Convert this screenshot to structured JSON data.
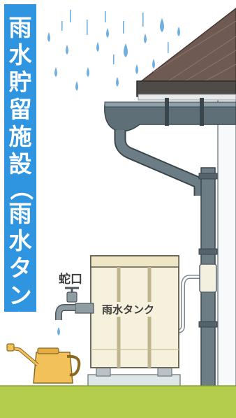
{
  "title": {
    "main": "雨水貯留施設",
    "open_paren": "（",
    "sub": "雨水タンク",
    "close_paren": "）"
  },
  "labels": {
    "faucet": "蛇口",
    "tank": "雨水タンク"
  },
  "colors": {
    "title_band": "#2f95e0",
    "roof": "#6e5a52",
    "gutter": "#5e6f78",
    "pipe": "#6d7d86",
    "tank_fill": "#f6f1dc",
    "watering_can": "#f2c15a",
    "grass": "#b4cd4c",
    "rain": "#6fb0df"
  }
}
